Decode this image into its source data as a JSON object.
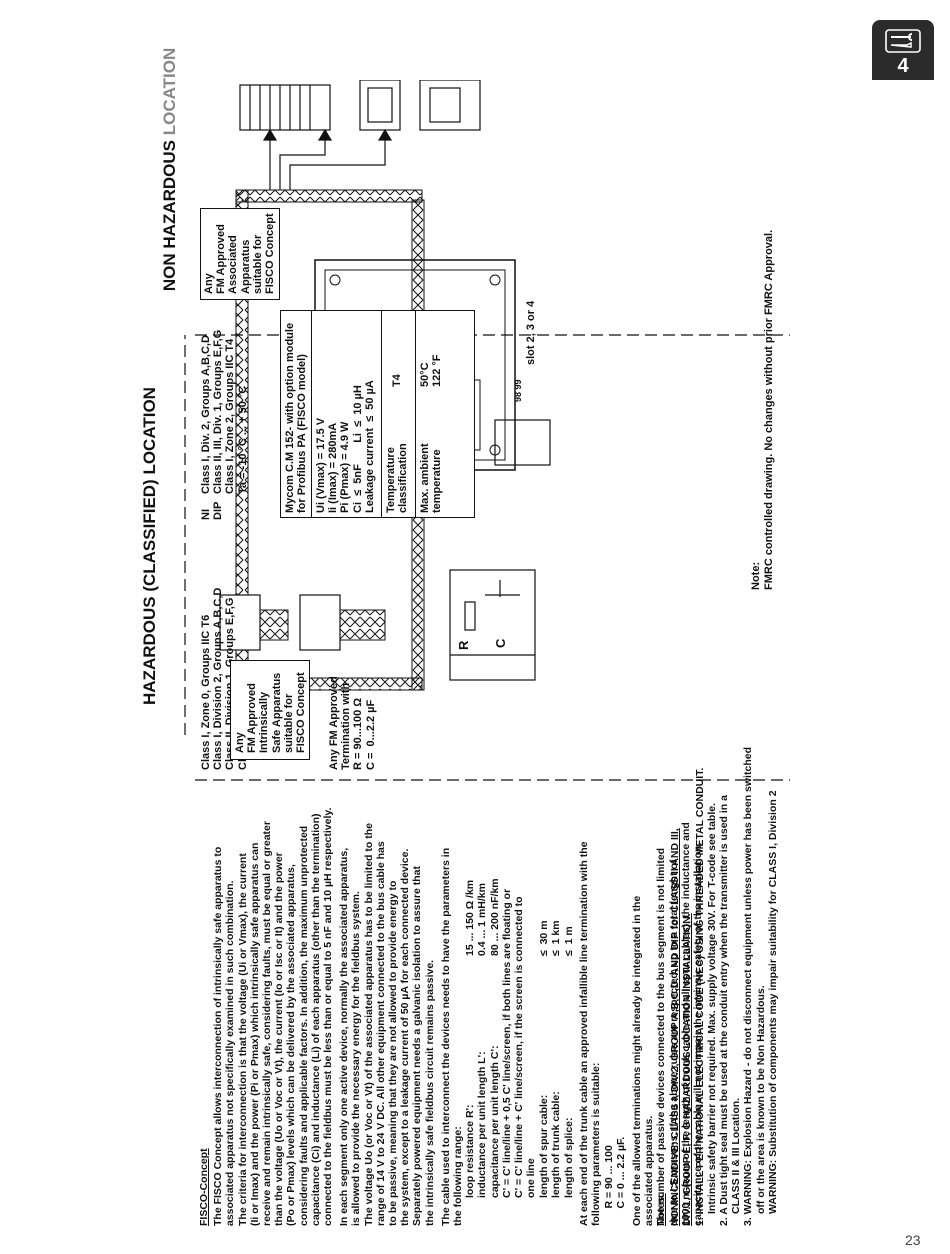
{
  "section_tab": {
    "number": "4",
    "icon": "wrench-screwdriver-icon"
  },
  "page_number": "23",
  "zones": {
    "hazardous": "HAZARDOUS (CLASSIFIED) LOCATION",
    "non_hazardous_a": "NON HAZARDOUS",
    "non_hazardous_b": "LOCATION"
  },
  "fisco_text": {
    "heading": "FISCO-Concept",
    "p1": "The FISCO Concept allows interconnection of intrinsically safe apparatus to\nassociated apparatus not specifically examined in such combination.\nThe criteria for interconnection is that the voltage (Ui or Vmax), the current\n(Ii or Imax) and the power (Pi or Pmax) which intrinsically safe apparatus can\nreceive and remain intrinsically safe, considering faults, must be equal or greater\nthan the voltage (Uo or Voc or Vt), the current (Io or Isc or It) and the power\n(Po or Pmax) levels which can be delivered by the associated apparatus,\nconsidering faults and applicable factors. In addition, the maximum unprotected\ncapacitance (Ci) and inductance (Li) of each apparatus (other than the termination)\nconnected to the fieldbus must be less than or equal to 5 nF and 10 µH respectively.",
    "p2": "In each segment only one active device, normally the associated apparatus,\nis allowed to provide the necessary energy for the fieldbus system.\nThe voltage Uo (or Voc or Vt) of the associated apparatus has to be limited to the\nrange of 14 V to 24 V DC. All other equipment connected to the bus cable has\nto be passive, meaning that they are not allowed to provide energy to\nthe system, except to a leakage current of 50 µA for each connected device.\nSeparately powered equipment needs a galvanic isolation to assure that\nthe intrinsically safe fieldbus circuit remains passive.",
    "p3": "The cable used to interconnect the devices needs to have the parameters in\nthe following range:",
    "params": "loop resistance R':\ninductance per unit length L':\ncapacitance per unit length C':\nC' = C' line/line + 0,5 C' line/screen, if both lines are floating or\nC' = C' line/line + C' line/screen, if the screen is connected to\none line",
    "param_values": "15 ... 150 Ω /km\n0.4 ... 1 mH/km\n80 ... 200 nF/km",
    "lengths": "length of spur cable:\nlength of trunk cable:\nlength of splice:",
    "length_values": "≤  30 m\n≤  1 km\n≤  1 m",
    "p4": "At each end of the trunk cable an approved infallible line termination with the\nfollowing parameters is suitable:\n      R = 90 ... 100\n      C = 0 ... 2.2 µF.",
    "p5": "One of the allowed terminations might already be integrated in the\nassociated apparatus.\nThe number of passive devices connected to the bus segment is not limited\ndue to I.S.reasons. If the above rules are respected, up to a total lenght of\n1000 m (sum of the length of trunk cable and all spur cables), the inductance and\ncapacitance of the cable will not impair the intrinsic safety of the installation."
  },
  "notes": {
    "heading": "Notes:",
    "u1": "NONINCENDIVE: CLASS I, DIV.2, GROUP A,B,C,D. AND DIP for CLASS II AND III,",
    "u2": "DIV.1, GROUP E, F, G HAZARDOUS LOCATION INSTALLATION.",
    "n1a": "1. INSTALL PER NATIONAL ELECTRICAL CODE (NEC) USING THREADED METAL CONDUIT.",
    "n1b": "Intrinsic safety barrier not required. Max. supply voltage 30V. For T-code see table.",
    "n2a": "2. A Dust tight seal must be used at the conduit entry when the transmitter is used in a",
    "n2b": "CLASS II & III Location.",
    "n3a": "3. WARNING: Explosion Hazard - do not disconnect equipment unless power has been switched",
    "n3b": "off or the area is known to be Non Hazardous.",
    "n3c": "WARNING: Substitution of components may impair suitability for CLASS I, Division 2"
  },
  "class_left": "Class I, Zone 0, Groups IIC T6\nClass I, Division 2, Groups A,B,C,D\nClass II, Division 1, Groups E,F,G\nClass III, Division 1",
  "class_right": {
    "codes": "NI\nDIP",
    "lines": "Class I, Div. 2, Groups A,B,C,D\nClass II, III, Div. 1, Groups E,F,G\nClass I, Zone 2, Groups IIC T4\nTa = -10 °C ... + 50 °C"
  },
  "termination_text": "Any FM Approved\nTermination with\nR = 90...100 Ω\nC =  0...2.2 µF",
  "rc_labels": {
    "r": "R",
    "c": "C"
  },
  "fm_is_box": "Any\nFM Approved\nIntrinsically\nSafe Apparatus\nsuitable for\nFISCO Concept",
  "fm_assoc_box": "Any\nFM Approved\nAssociated\nApparatus\nsuitable for\nFISCO Concept",
  "mycom": {
    "title": "Mycom C.M 152- with option module\nfor Profibus PA (FISCO model)",
    "params": "Ui (Vmax) = 17.5 V\nIi (Imax) = 280mA\nPi (Pmax) = 4.9 W\nCi  ≤  5nF       Li  ≤  10 µH\nLeakage current  ≤  50 µA",
    "temp_class_label": "Temperature\nclassification",
    "temp_class_value": "T4",
    "ambient_label": "Max. ambient\ntemperature",
    "ambient_value": "50°C\n122 °F"
  },
  "terminals": {
    "slot": "slot 2, 3 or 4",
    "pins": "98 99"
  },
  "note_bottom": {
    "heading": "Note:",
    "text": "FMRC controlled drawing. No changes without prior FMRC Approval."
  }
}
